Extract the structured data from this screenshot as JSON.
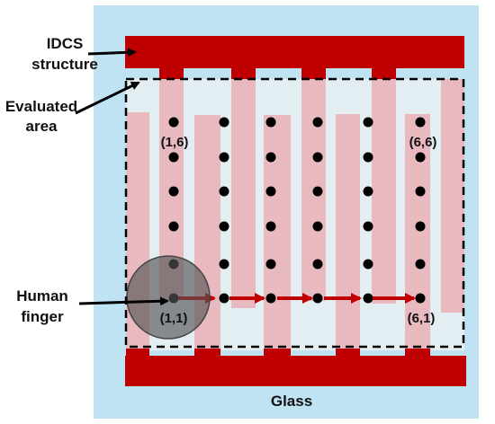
{
  "labels": {
    "idcs_line1": "IDCS",
    "idcs_line2": "structure",
    "area_line1": "Evaluated",
    "area_line2": "area",
    "finger_line1": "Human",
    "finger_line2": "finger",
    "glass": "Glass"
  },
  "grid": {
    "columns": 6,
    "rows": 6,
    "corner_labels": {
      "top_left": "(1,6)",
      "top_right": "(6,6)",
      "bottom_left": "(1,1)",
      "bottom_right": "(6,1)"
    }
  },
  "colors": {
    "glass": "#bfe3f2",
    "electrode_bar": "#c00000",
    "electrode_finger": "#e8b9be",
    "gap": "#e3eef3",
    "dot": "#000000",
    "path_arrow": "#c00000",
    "finger": "#555555",
    "dashed_border": "#000000"
  },
  "icons": {
    "pointer_arrow": "arrow-right-icon",
    "path_arrow": "arrow-right-icon"
  }
}
